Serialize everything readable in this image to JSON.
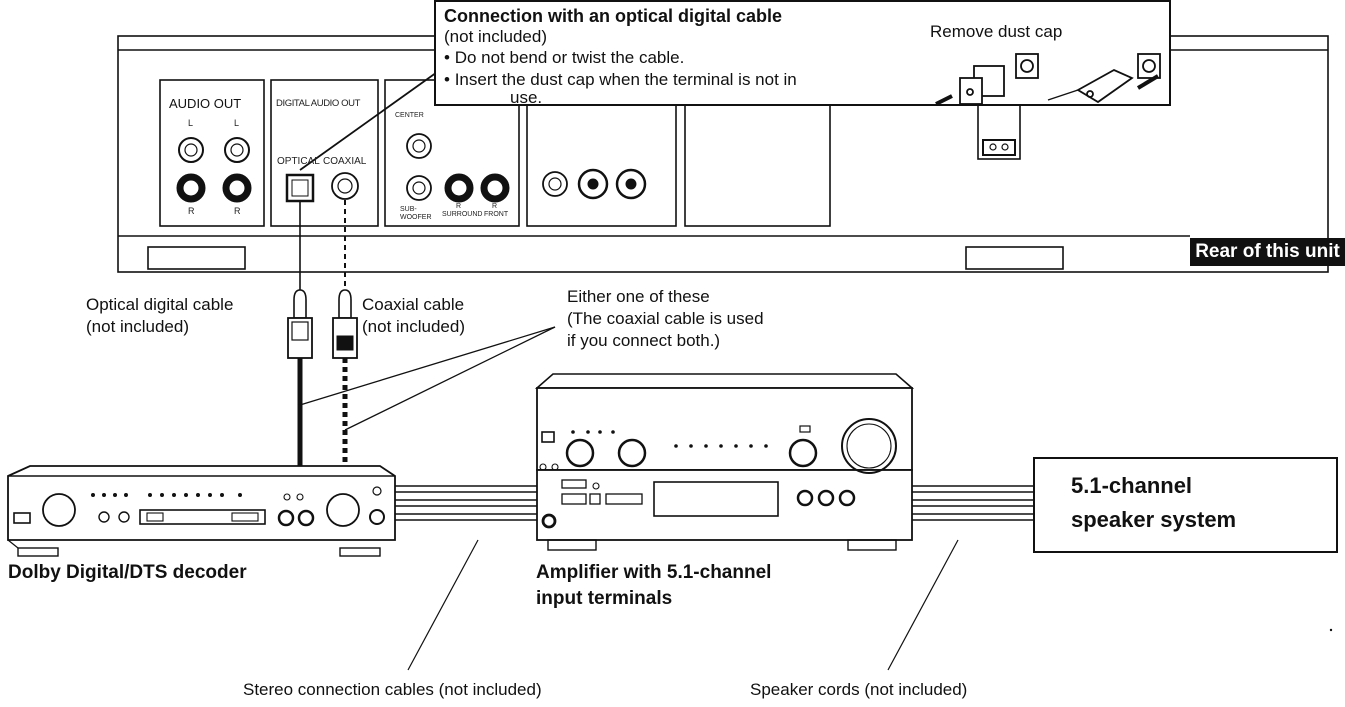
{
  "callout": {
    "title": "Connection with an optical digital cable",
    "subtitle": "(not included)",
    "bullets": [
      "Do not bend or twist the cable.",
      "Insert the dust cap when the terminal is not in",
      "use."
    ],
    "dust_cap_label": "Remove dust cap"
  },
  "rear_panel": {
    "badge": "Rear of this unit",
    "audio_out": "AUDIO OUT",
    "digital_audio_out": "DIGITAL AUDIO OUT",
    "optical": "OPTICAL",
    "coaxial": "COAXIAL",
    "port_l": "L",
    "port_r": "R",
    "center": "CENTER",
    "sub_woofer": "SUB-\nWOOFER",
    "surround": "SURROUND",
    "front": "FRONT"
  },
  "labels": {
    "optical_cable_line1": "Optical digital cable",
    "optical_cable_line2": "(not included)",
    "coaxial_cable_line1": "Coaxial cable",
    "coaxial_cable_line2": "(not included)",
    "either_line1": "Either one of these",
    "either_line2": "(The coaxial cable is used",
    "either_line3": "if you connect both.)",
    "decoder": "Dolby Digital/DTS decoder",
    "amplifier_line1": "Amplifier with 5.1-channel",
    "amplifier_line2": "input terminals",
    "speaker_line1": "5.1-channel",
    "speaker_line2": "speaker system",
    "stereo_cables": "Stereo connection cables (not included)",
    "speaker_cords": "Speaker cords (not included)"
  }
}
